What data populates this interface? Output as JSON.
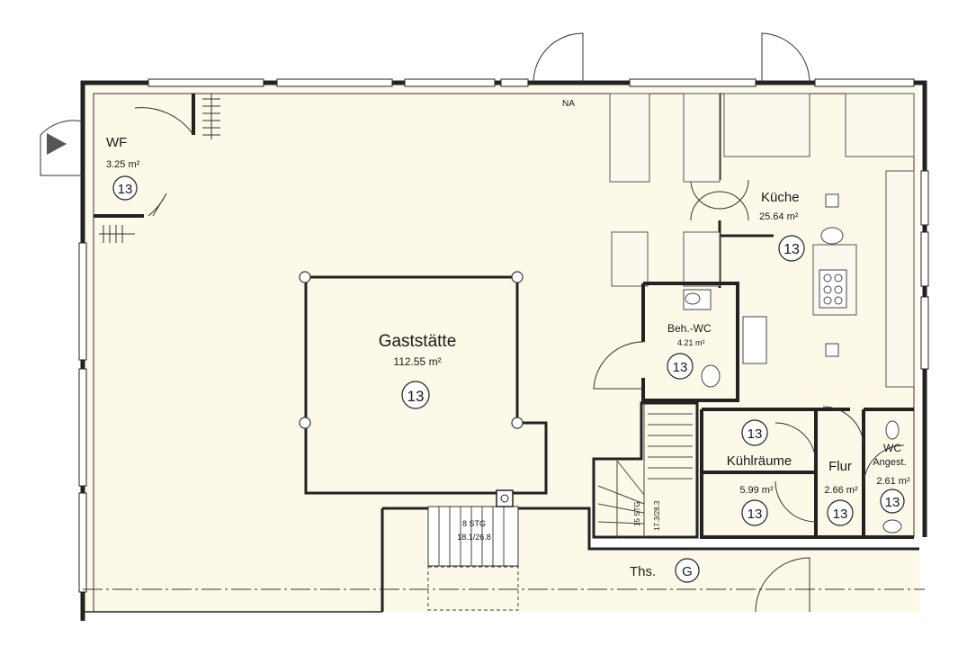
{
  "rooms": [
    {
      "name": "WF",
      "area": "3.25 m²",
      "code": "13"
    },
    {
      "name": "Gaststätte",
      "area": "112.55 m²",
      "code": "13"
    },
    {
      "name": "Küche",
      "area": "25.64 m²",
      "code": "13"
    },
    {
      "name": "Beh.-WC",
      "area": "4.21 m²",
      "code": "13"
    },
    {
      "name": "Kühlräume",
      "area": "5.99 m²",
      "code_top": "13",
      "code": "13"
    },
    {
      "name": "Flur",
      "area": "2.66 m²",
      "code": "13"
    },
    {
      "name": "WC",
      "name2": "Angest.",
      "area": "2.61 m²",
      "code": "13"
    }
  ],
  "labels": {
    "na": "NA",
    "stair_main_steps": "15 STG",
    "stair_main_dims": "17.3/28.3",
    "stair_front_steps": "8 STG",
    "stair_front_dims": "18.1/26.8",
    "terrace": "Ths.",
    "terrace_code": "G"
  },
  "colors": {
    "floor_fill": "#fcf9e8",
    "wall": "#222222",
    "background": "#ffffff"
  },
  "icons": [
    "entry-arrow-icon",
    "sink-icon",
    "toilet-icon",
    "stove-icon",
    "vent-icon"
  ]
}
